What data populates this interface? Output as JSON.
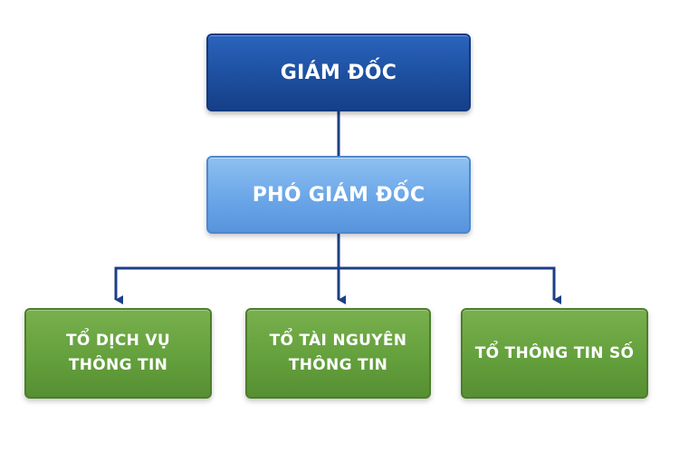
{
  "org_chart": {
    "director": {
      "label": "GIÁM ĐỐC",
      "color": "#1d4f9f"
    },
    "deputy": {
      "label": "PHÓ GIÁM ĐỐC",
      "color": "#6aa6e8"
    },
    "teams": [
      {
        "label": "TỔ DỊCH VỤ\nTHÔNG TIN",
        "color": "#64a03c"
      },
      {
        "label": "TỔ TÀI NGUYÊN\nTHÔNG TIN",
        "color": "#64a03c"
      },
      {
        "label": "TỔ THÔNG TIN SỐ",
        "color": "#64a03c"
      }
    ],
    "connector_color": "#1c3f86"
  }
}
